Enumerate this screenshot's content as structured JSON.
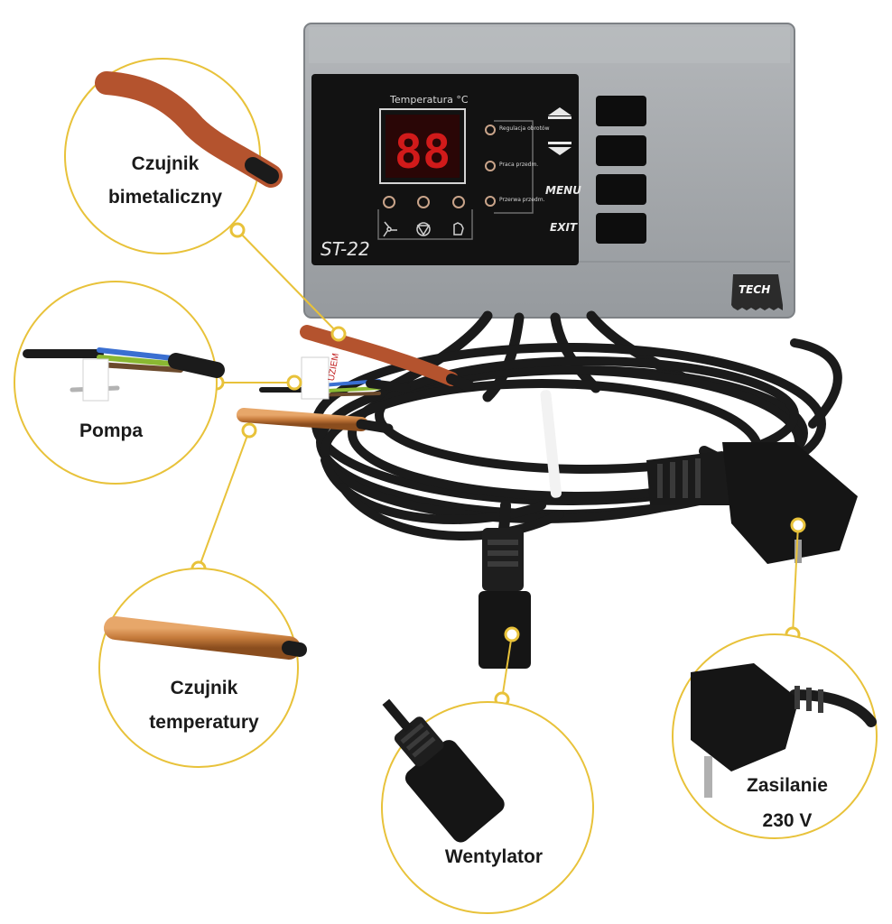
{
  "device": {
    "model": "ST-22",
    "brand": "TECH",
    "display_title": "Temperatura °C",
    "display_digits": "88",
    "status_labels": [
      "Regulacja obrotów",
      "Praca przedm.",
      "Przerwa przedm."
    ],
    "buttons": [
      "MENU",
      "EXIT"
    ]
  },
  "callouts": {
    "bimetal": [
      "Czujnik",
      "bimetaliczny"
    ],
    "pump": [
      "Pompa"
    ],
    "temp_sensor": [
      "Czujnik",
      "temperatury"
    ],
    "fan": [
      "Wentylator"
    ],
    "power": [
      "Zasilanie",
      "230 V"
    ]
  },
  "cable_tag": "UZIEM",
  "colors": {
    "accent": "#e8c23a",
    "panel": "#a7abae",
    "display": "#111111",
    "led": "#d11a1a",
    "cable": "#1b1b1b",
    "sensor_orange": "#b4532e",
    "copper": "#c47a3a"
  }
}
